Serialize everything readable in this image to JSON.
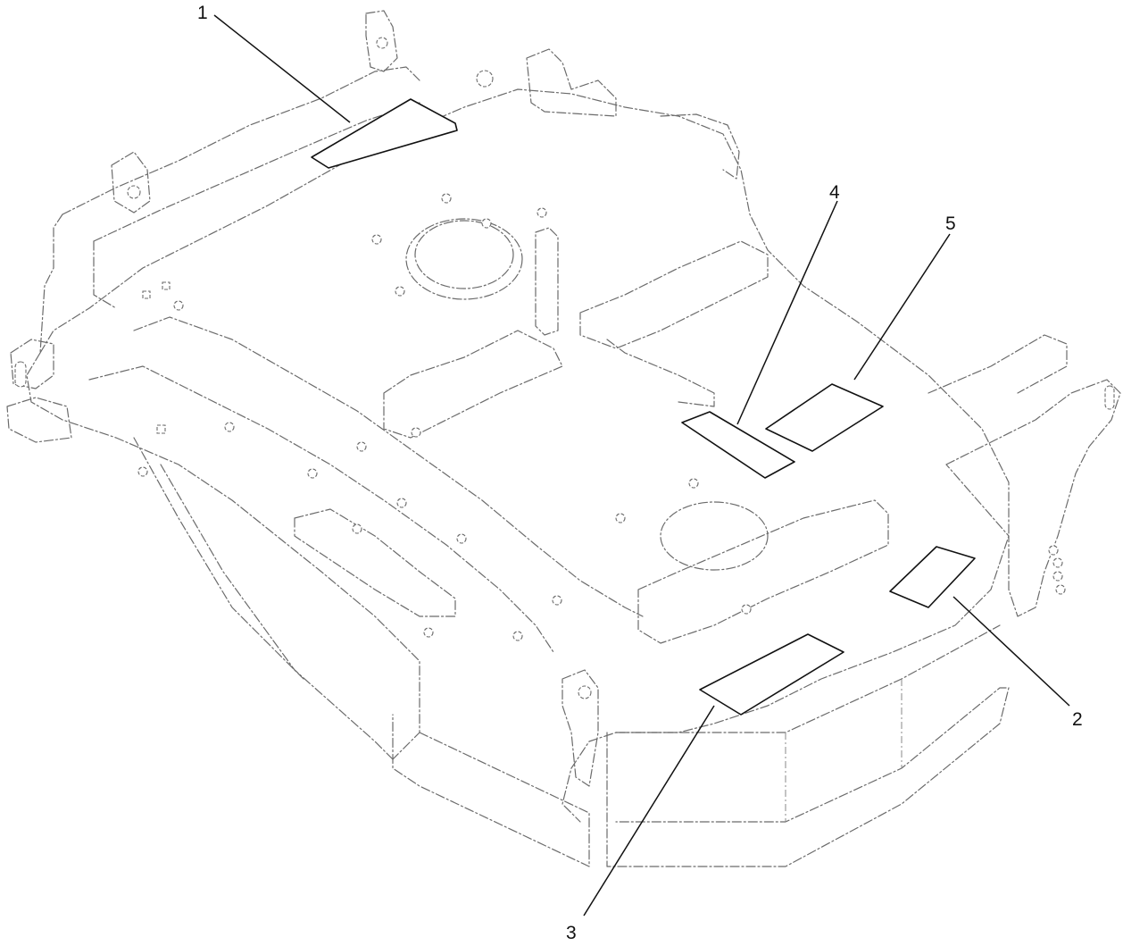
{
  "diagram": {
    "callouts": [
      {
        "id": "c1",
        "number": "1",
        "part": "decal"
      },
      {
        "id": "c2",
        "number": "2",
        "part": "decal"
      },
      {
        "id": "c3",
        "number": "3",
        "part": "decal"
      },
      {
        "id": "c4",
        "number": "4",
        "part": "decal"
      },
      {
        "id": "c5",
        "number": "5",
        "part": "decal"
      }
    ]
  }
}
